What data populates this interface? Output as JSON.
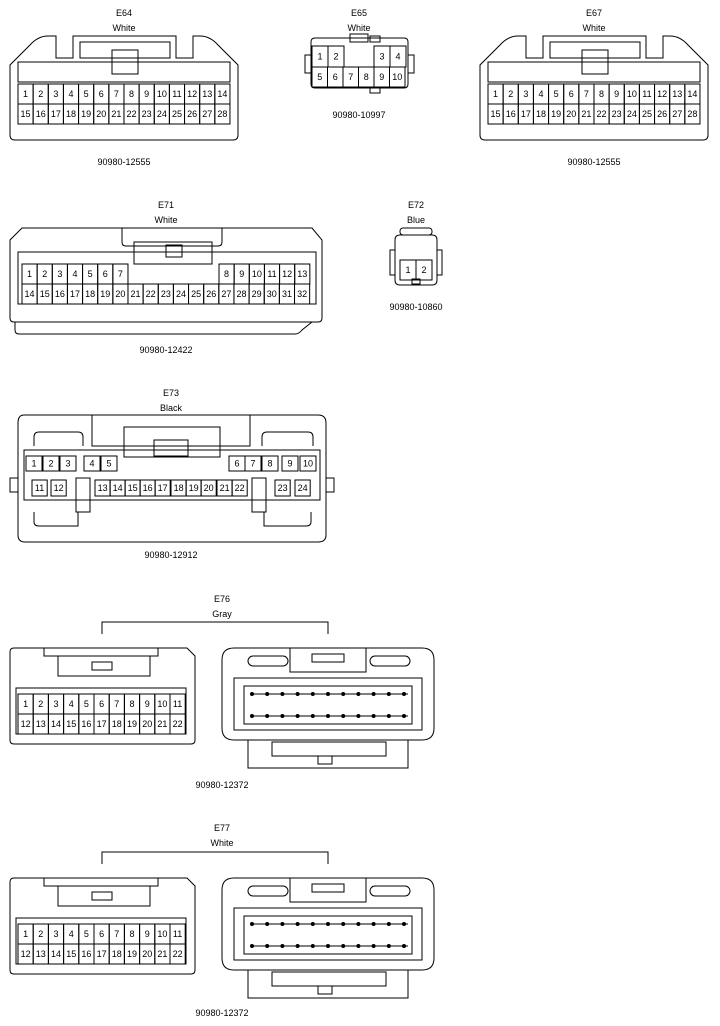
{
  "connectors": [
    {
      "id": "E64",
      "color": "White",
      "part": "90980-12555",
      "rows": [
        [
          "1",
          "2",
          "3",
          "4",
          "5",
          "6",
          "7",
          "8",
          "9",
          "10",
          "11",
          "12",
          "13",
          "14"
        ],
        [
          "15",
          "16",
          "17",
          "18",
          "19",
          "20",
          "21",
          "22",
          "23",
          "24",
          "25",
          "26",
          "27",
          "28"
        ]
      ]
    },
    {
      "id": "E65",
      "color": "White",
      "part": "90980-10997",
      "rows": [
        [
          "1",
          "2",
          "",
          "",
          "3",
          "4"
        ],
        [
          "5",
          "6",
          "7",
          "8",
          "9",
          "10"
        ]
      ]
    },
    {
      "id": "E67",
      "color": "White",
      "part": "90980-12555",
      "rows": [
        [
          "1",
          "2",
          "3",
          "4",
          "5",
          "6",
          "7",
          "8",
          "9",
          "10",
          "11",
          "12",
          "13",
          "14"
        ],
        [
          "15",
          "16",
          "17",
          "18",
          "19",
          "20",
          "21",
          "22",
          "23",
          "24",
          "25",
          "26",
          "27",
          "28"
        ]
      ]
    },
    {
      "id": "E71",
      "color": "White",
      "part": "90980-12422",
      "rows": [
        [
          "1",
          "2",
          "3",
          "4",
          "5",
          "6",
          "7",
          "",
          "",
          "",
          "",
          "",
          "8",
          "9",
          "10",
          "11",
          "12",
          "13"
        ],
        [
          "14",
          "15",
          "16",
          "17",
          "18",
          "19",
          "20",
          "21",
          "22",
          "23",
          "24",
          "25",
          "26",
          "27",
          "28",
          "29",
          "30",
          "31",
          "32"
        ]
      ]
    },
    {
      "id": "E72",
      "color": "Blue",
      "part": "90980-10860",
      "rows": [
        [
          "1",
          "2"
        ]
      ]
    },
    {
      "id": "E73",
      "color": "Black",
      "part": "90980-12912",
      "rows": [
        [
          "1",
          "2",
          "3",
          "4",
          "5",
          "6",
          "7",
          "8",
          "9",
          "10"
        ],
        [
          "11",
          "12",
          "13",
          "14",
          "15",
          "16",
          "17",
          "18",
          "19",
          "20",
          "21",
          "22",
          "23",
          "24"
        ]
      ]
    },
    {
      "id": "E76",
      "color": "Gray",
      "part": "90980-12372",
      "rows": [
        [
          "1",
          "2",
          "3",
          "4",
          "5",
          "6",
          "7",
          "8",
          "9",
          "10",
          "11"
        ],
        [
          "12",
          "13",
          "14",
          "15",
          "16",
          "17",
          "18",
          "19",
          "20",
          "21",
          "22"
        ]
      ]
    },
    {
      "id": "E77",
      "color": "White",
      "part": "90980-12372",
      "rows": [
        [
          "1",
          "2",
          "3",
          "4",
          "5",
          "6",
          "7",
          "8",
          "9",
          "10",
          "11"
        ],
        [
          "12",
          "13",
          "14",
          "15",
          "16",
          "17",
          "18",
          "19",
          "20",
          "21",
          "22"
        ]
      ]
    }
  ]
}
